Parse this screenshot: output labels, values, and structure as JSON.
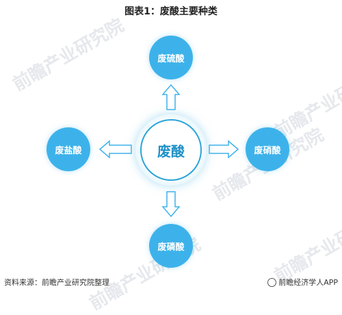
{
  "title": "图表1：废酸主要种类",
  "center": {
    "label": "废酸"
  },
  "nodes": {
    "top": "废硫酸",
    "left": "废盐酸",
    "right": "废硝酸",
    "bottom": "废磷酸"
  },
  "footer": {
    "source": "资料来源：前瞻产业研究院整理",
    "brand": "前瞻经济学人APP"
  },
  "watermark": "前瞻产业研究院",
  "colors": {
    "node": "#3db2ea",
    "center_border": "#2aa4d8",
    "arrow_stroke": "#3db2ea"
  }
}
